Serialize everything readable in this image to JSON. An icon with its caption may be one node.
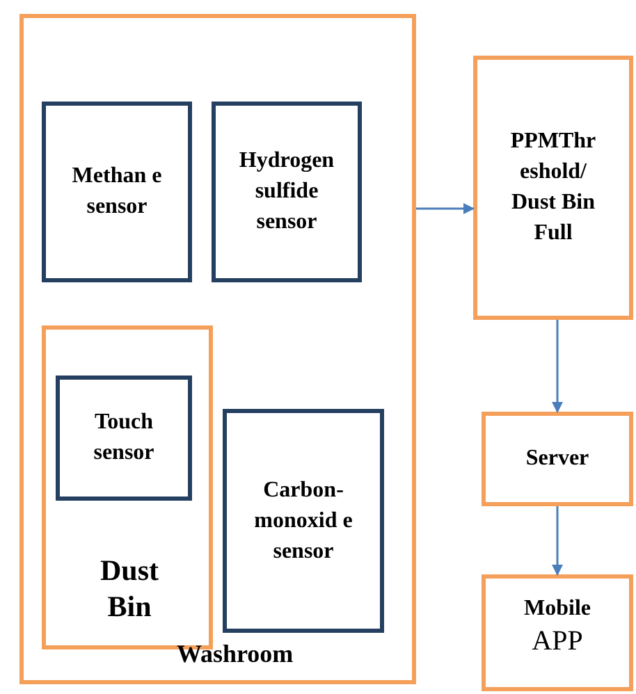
{
  "diagram": {
    "nodes": [
      {
        "text": [
          "Washroom"
        ]
      },
      {
        "text": [
          "Methan e sensor"
        ],
        "in": 0
      },
      {
        "text": [
          "Hydrogen sulfide sensor"
        ],
        "in": 0
      },
      {
        "text": [
          "Dust Bin"
        ],
        "in": 0
      },
      {
        "text": [
          "Touch sensor"
        ],
        "in": 3
      },
      {
        "text": [
          "Carbon- monoxid e sensor"
        ],
        "in": 0
      },
      {
        "text": [
          "PPMThr eshold/ Dust Bin Full"
        ]
      },
      {
        "text": [
          "Server"
        ]
      },
      {
        "text": [
          "Mobile",
          "APP"
        ]
      }
    ],
    "edges": [
      {
        "from": 0,
        "to": 6,
        "arrow": "to"
      },
      {
        "from": 6,
        "to": 7,
        "arrow": "to"
      },
      {
        "from": 7,
        "to": 8,
        "arrow": "to"
      }
    ]
  }
}
